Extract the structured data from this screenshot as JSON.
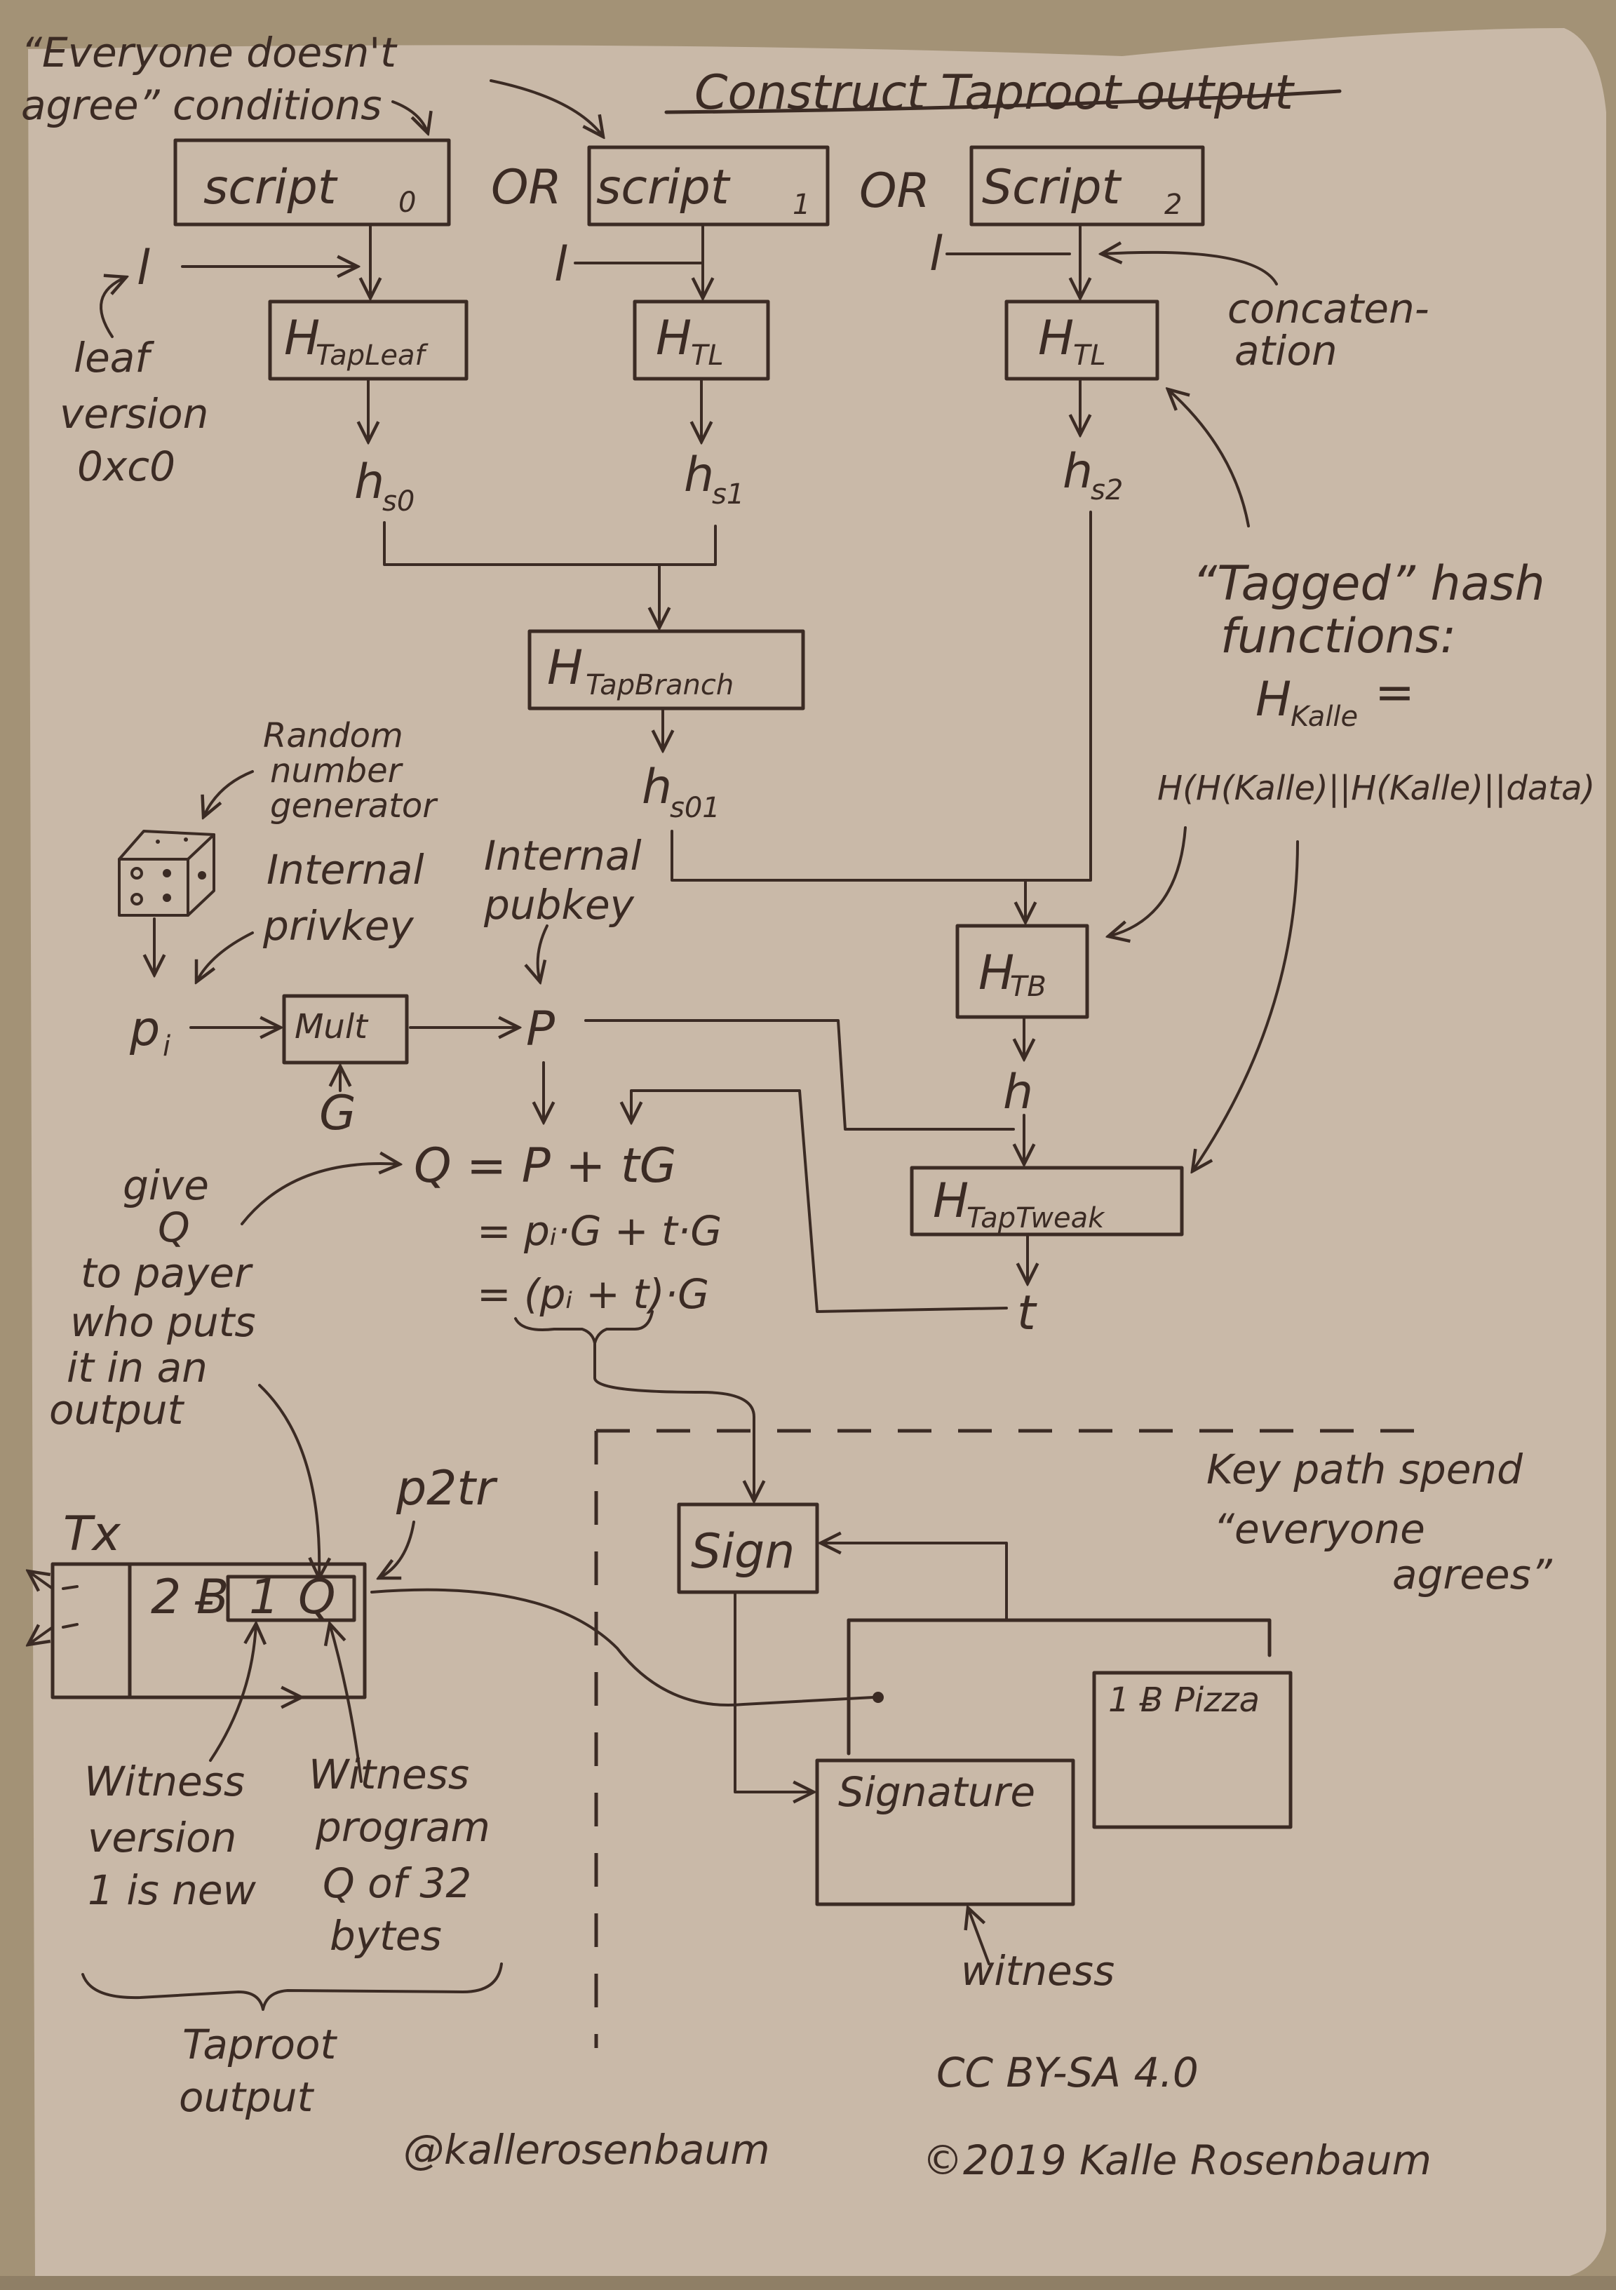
{
  "title": "Construct Taproot output",
  "annotations": {
    "everyone_doesnt_agree_line1": "“Everyone doesn't",
    "everyone_doesnt_agree_line2": "agree” conditions",
    "leaf_version_line1": "leaf",
    "leaf_version_line2": "version",
    "leaf_version_line3": "0xc0",
    "concatenation_line1": "concaten-",
    "concatenation_line2": "ation",
    "tagged_line1": "“Tagged” hash",
    "tagged_line2": "functions:",
    "tagged_line3_main": "H",
    "tagged_line3_sub": "Kalle",
    "tagged_line3_eq": "=",
    "tagged_formula": "H(H(Kalle)||H(Kalle)||data)",
    "rng_line1": "Random",
    "rng_line2": "number",
    "rng_line3": "generator",
    "privkey_line1": "Internal",
    "privkey_line2": "privkey",
    "pubkey_line1": "Internal",
    "pubkey_line2": "pubkey",
    "give_q_line1": "give",
    "give_q_line2": "Q",
    "give_q_line3": "to payer",
    "give_q_line4": "who puts",
    "give_q_line5": "it in an",
    "give_q_line6": "output",
    "p2tr": "p2tr",
    "tx": "Tx",
    "witness_version_line1": "Witness",
    "witness_version_line2": "version",
    "witness_version_line3": "1 is new",
    "witness_program_line1": "Witness",
    "witness_program_line2": "program",
    "witness_program_line3": "Q of 32",
    "witness_program_line4": "bytes",
    "taproot_output_line1": "Taproot",
    "taproot_output_line2": "output",
    "key_path_line1": "Key path spend",
    "key_path_line2": "“everyone",
    "key_path_line3": "agrees”",
    "witness": "witness"
  },
  "scripts": [
    {
      "label": "script",
      "sub": "0"
    },
    {
      "label": "script",
      "sub": "1"
    },
    {
      "label": "Script",
      "sub": "2"
    }
  ],
  "or_label": "OR",
  "leaf_input": "l",
  "leaf_hashes": [
    {
      "main": "H",
      "sub": "TapLeaf"
    },
    {
      "main": "H",
      "sub": "TL"
    },
    {
      "main": "H",
      "sub": "TL"
    }
  ],
  "hash_outputs": [
    {
      "main": "h",
      "sub": "s0"
    },
    {
      "main": "h",
      "sub": "s1"
    },
    {
      "main": "h",
      "sub": "s2"
    }
  ],
  "branch_hash": {
    "main": "H",
    "sub": "TapBranch"
  },
  "branch_output": {
    "main": "h",
    "sub": "s01"
  },
  "tb_hash": {
    "main": "H",
    "sub": "TB"
  },
  "root_h": "h",
  "tweak_hash": {
    "main": "H",
    "sub": "TapTweak"
  },
  "tweak_t": "t",
  "privkey_symbol": {
    "main": "p",
    "sub": "i"
  },
  "mult_label": "Mult",
  "generator": "G",
  "pubkey_symbol": "P",
  "equations": [
    "Q = P + tG",
    "= pᵢ·G + t·G",
    "= (pᵢ + t)·G"
  ],
  "tx_output": {
    "amount": "2 Ƀ",
    "version": "1",
    "program": "Q"
  },
  "sign_label": "Sign",
  "signature_label": "Signature",
  "pizza_output": "1 Ƀ Pizza",
  "footer": {
    "license": "CC BY-SA 4.0",
    "handle": "@kallerosenbaum",
    "copyright": "©2019 Kalle Rosenbaum"
  },
  "colors": {
    "paper": "#c9b9a8",
    "ink": "#3b2b24",
    "background": "#a39276"
  }
}
